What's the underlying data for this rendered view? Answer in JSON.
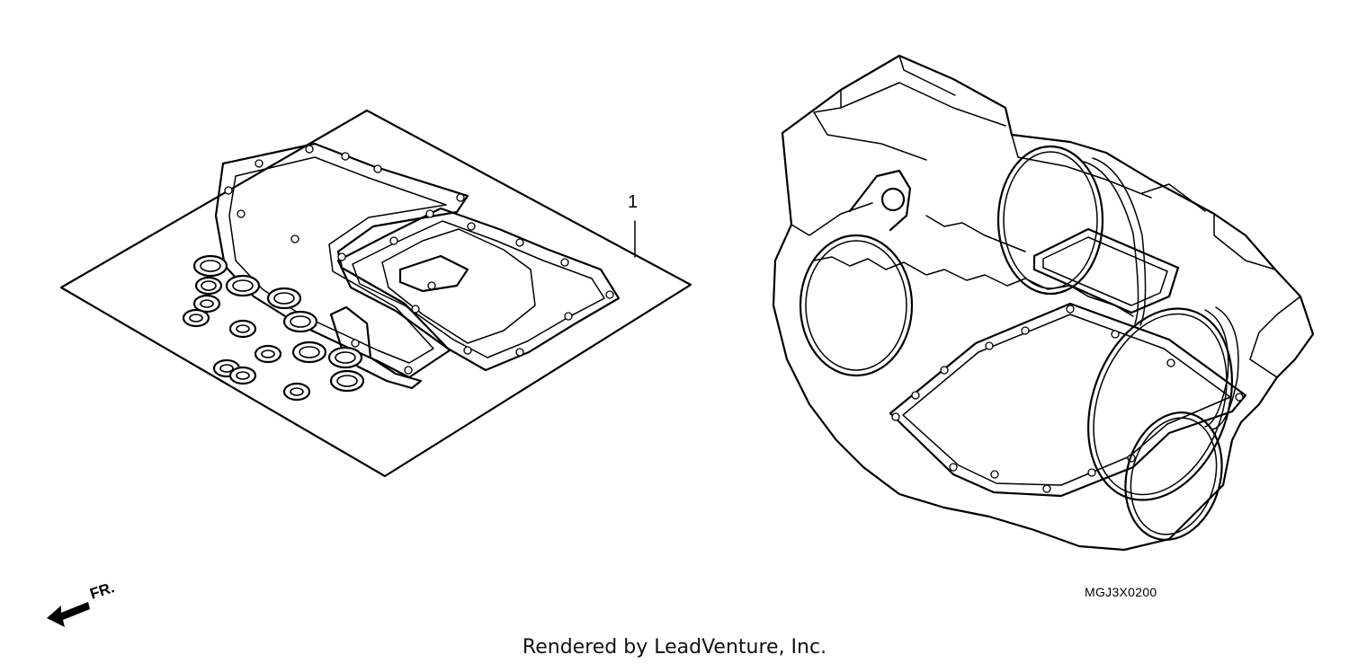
{
  "diagram": {
    "callout_number": "1",
    "diagram_code": "MGJ3X0200",
    "front_indicator": "FR.",
    "footer_credit": "Rendered by LeadVenture, Inc."
  },
  "icons": {
    "front_arrow": "arrow-left-icon"
  }
}
